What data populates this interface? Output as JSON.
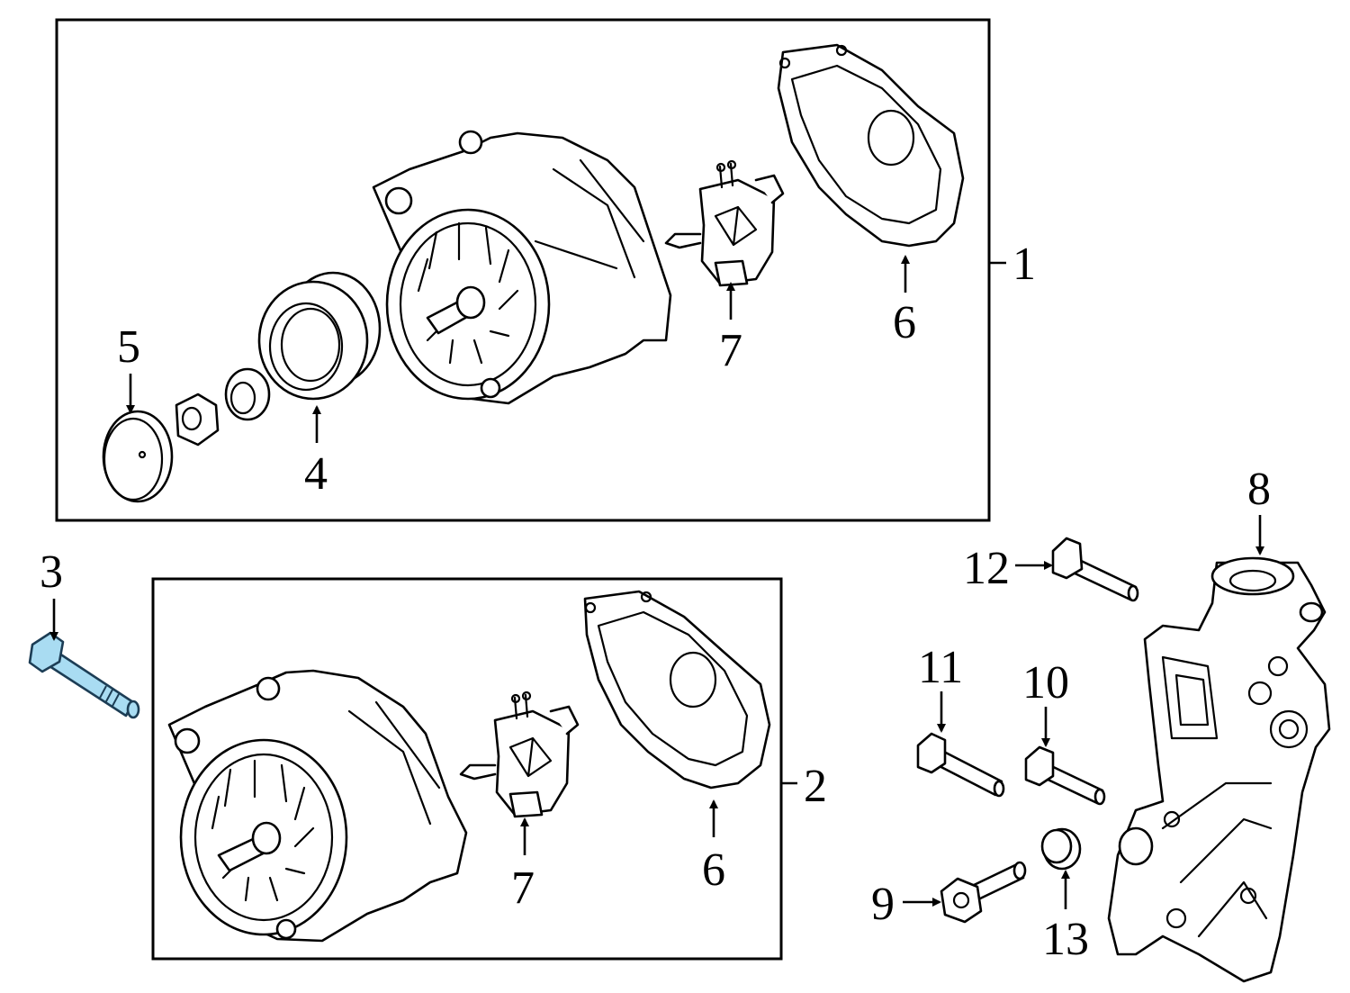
{
  "diagram": {
    "callouts": {
      "c1": "1",
      "c2": "2",
      "c3": "3",
      "c4": "4",
      "c5": "5",
      "c6a": "6",
      "c6b": "6",
      "c7a": "7",
      "c7b": "7",
      "c8": "8",
      "c9": "9",
      "c10": "10",
      "c11": "11",
      "c12": "12",
      "c13": "13"
    },
    "highlight_color": "#a9dcf2",
    "highlighted_part": "3",
    "parts": [
      {
        "number": "1",
        "name": "alternator-assembly-upper"
      },
      {
        "number": "2",
        "name": "alternator-assembly-lower"
      },
      {
        "number": "3",
        "name": "long-mounting-bolt"
      },
      {
        "number": "4",
        "name": "pulley"
      },
      {
        "number": "5",
        "name": "pulley-cap"
      },
      {
        "number": "6",
        "name": "rear-cover"
      },
      {
        "number": "7",
        "name": "voltage-regulator"
      },
      {
        "number": "8",
        "name": "mounting-bracket"
      },
      {
        "number": "9",
        "name": "flange-bolt"
      },
      {
        "number": "10",
        "name": "bolt"
      },
      {
        "number": "11",
        "name": "bolt"
      },
      {
        "number": "12",
        "name": "bolt"
      },
      {
        "number": "13",
        "name": "bushing"
      }
    ]
  }
}
